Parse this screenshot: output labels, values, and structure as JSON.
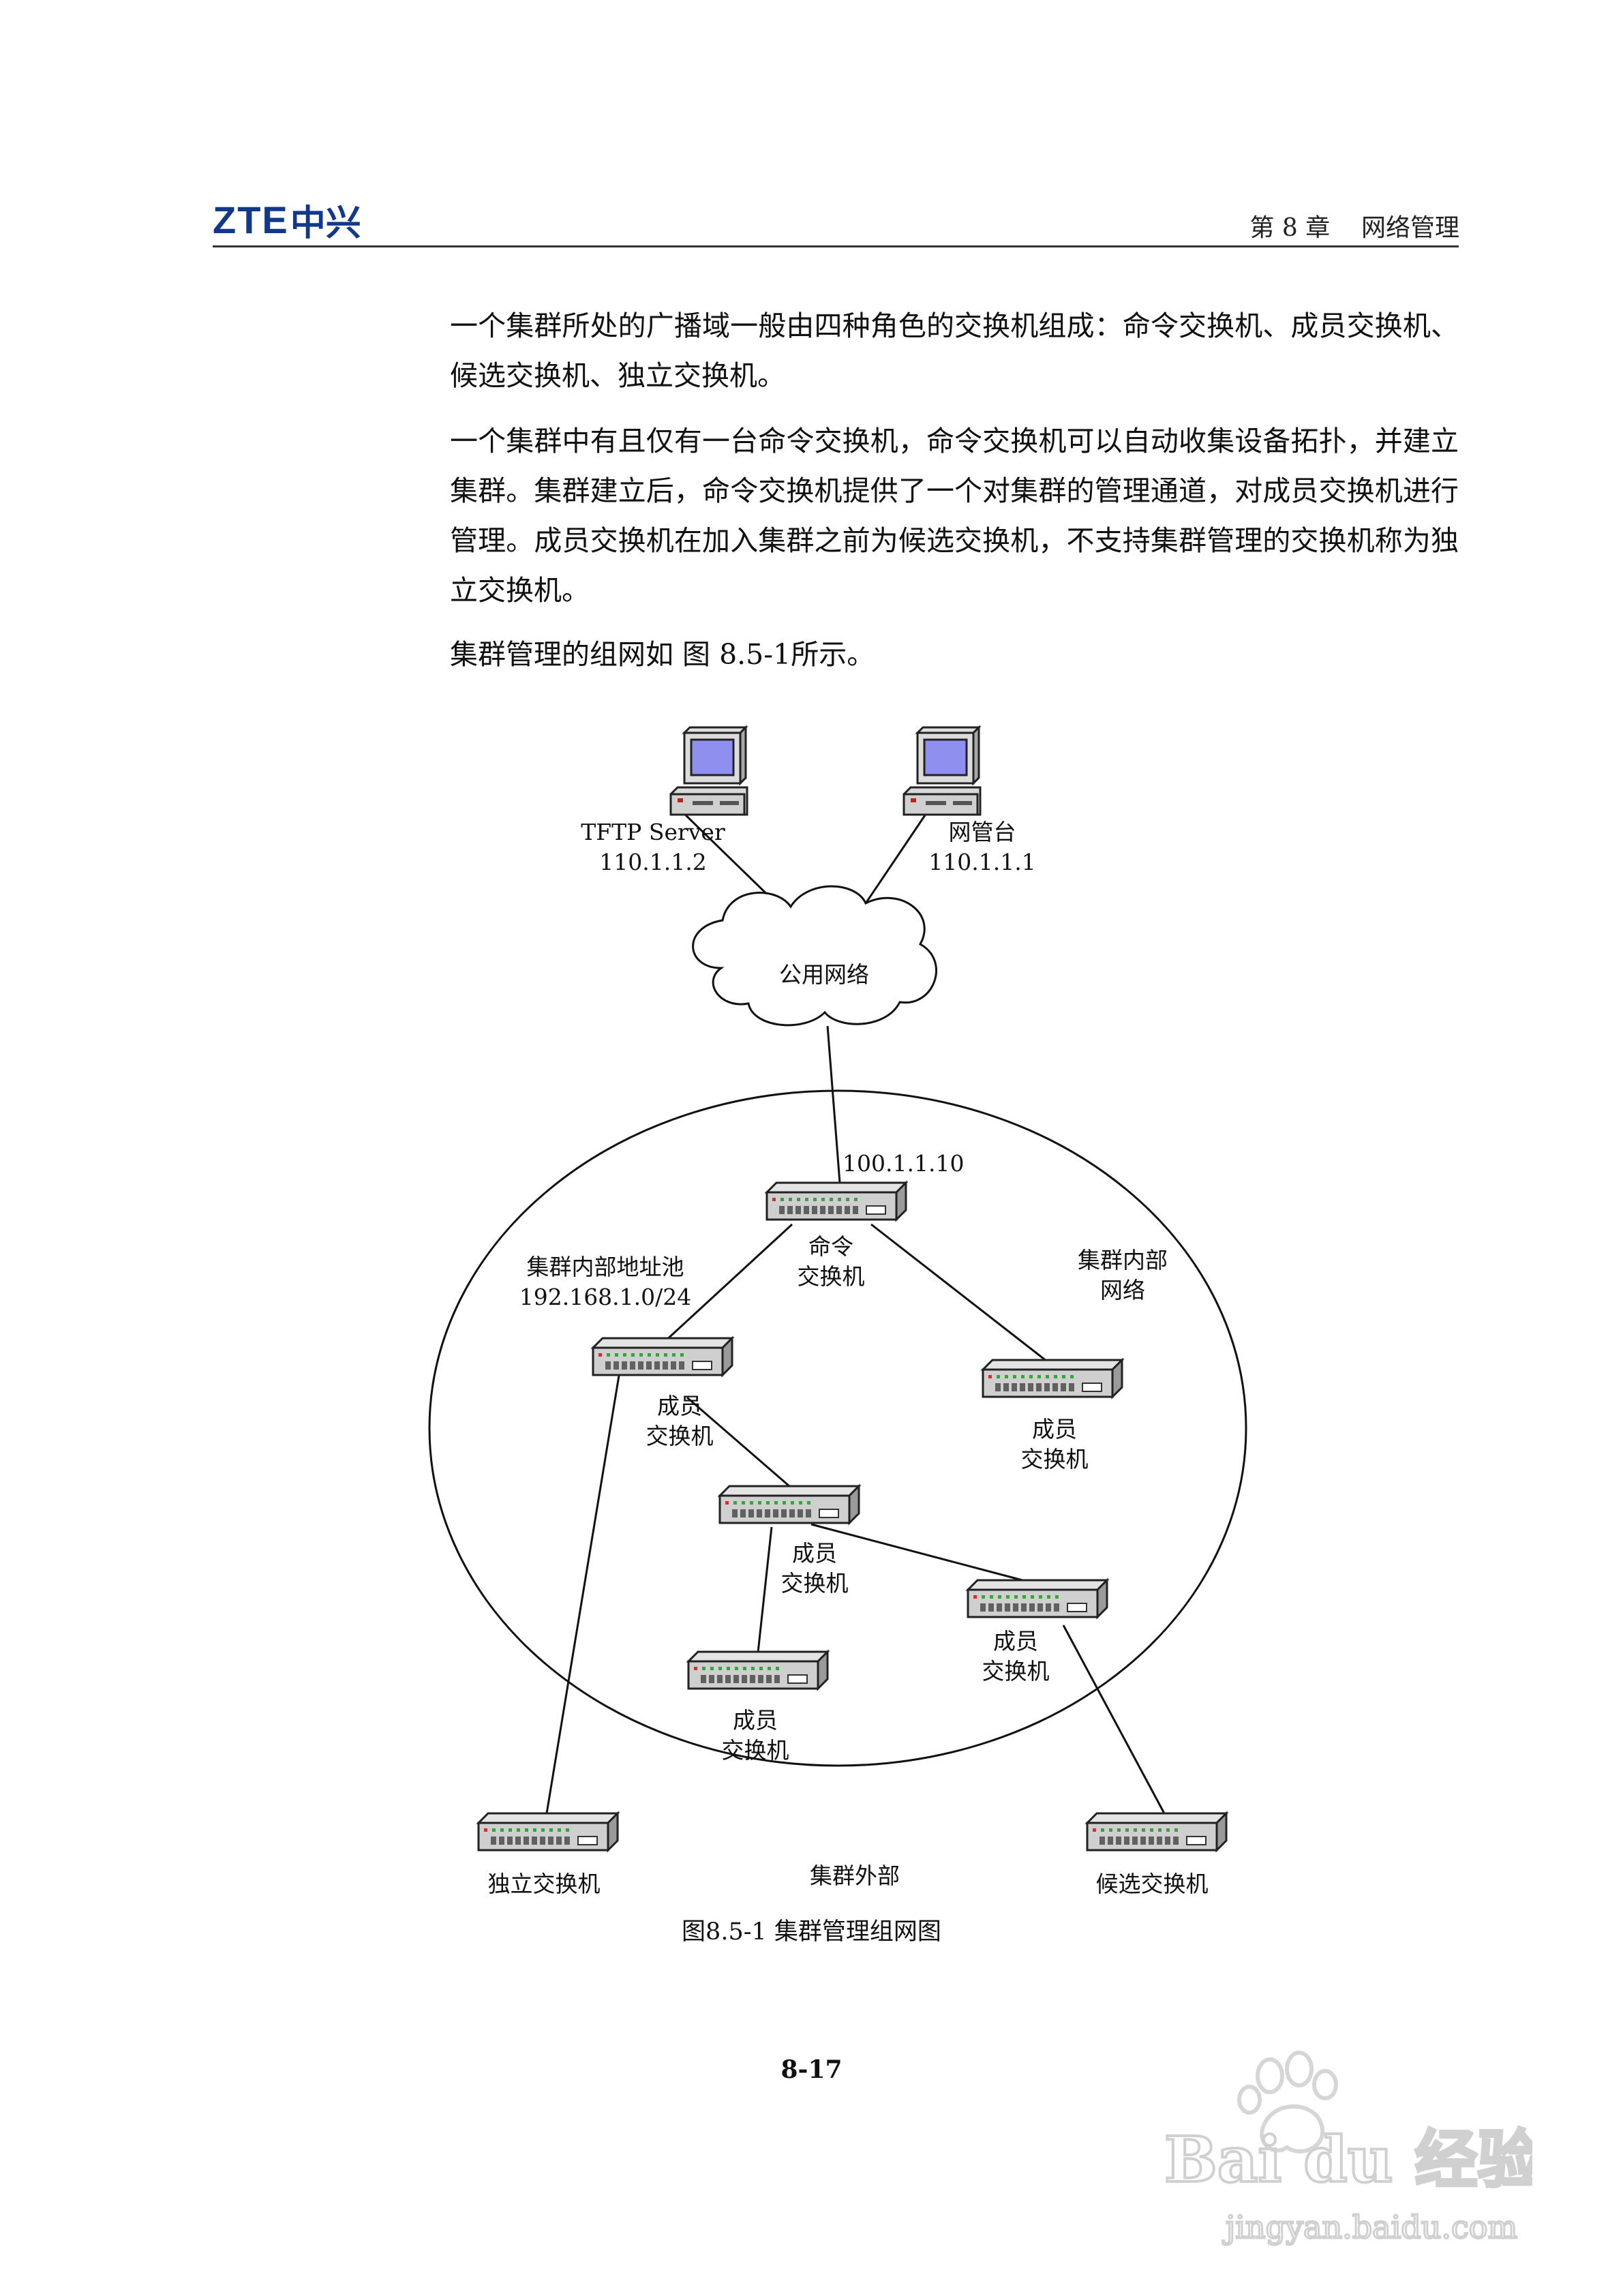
{
  "header": {
    "logo_latin": "ZTE",
    "logo_cn": "中兴",
    "chapter": "第 8 章    网络管理"
  },
  "body": {
    "para1": "一个集群所处的广播域一般由四种角色的交换机组成：命令交换机、成员交换机、候选交换机、独立交换机。",
    "para2": "一个集群中有且仅有一台命令交换机，命令交换机可以自动收集设备拓扑，并建立集群。集群建立后，命令交换机提供了一个对集群的管理通道，对成员交换机进行管理。成员交换机在加入集群之前为候选交换机，不支持集群管理的交换机称为独立交换机。",
    "para3": "集群管理的组网如 图 8.5-1所示。"
  },
  "figure": {
    "tftp_name": "TFTP Server",
    "tftp_ip": "110.1.1.2",
    "nms_name": "网管台",
    "nms_ip": "110.1.1.1",
    "cloud_label": "公用网络",
    "command_ip": "100.1.1.10",
    "command_l1": "命令",
    "command_l2": "交换机",
    "pool_l1": "集群内部地址池",
    "pool_l2": "192.168.1.0/24",
    "internal_l1": "集群内部",
    "internal_l2": "网络",
    "member_l1": "成员",
    "member_l2": "交换机",
    "external_label": "集群外部",
    "standalone_label": "独立交换机",
    "candidate_label": "候选交换机",
    "caption": "图8.5-1    集群管理组网图"
  },
  "footer": {
    "page_number": "8-17"
  },
  "watermark": {
    "brand": "Bai du 经验",
    "url": "jingyan.baidu.com"
  },
  "colors": {
    "logo": "#12388a",
    "switch_led_green": "#3aa040",
    "switch_led_red": "#d03030",
    "screen": "#8f8ff0"
  }
}
